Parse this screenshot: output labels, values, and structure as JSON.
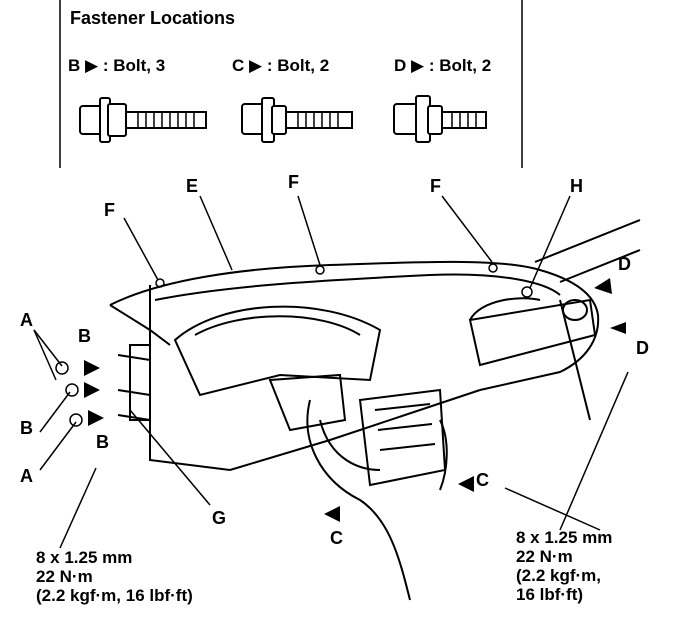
{
  "title": "Fastener Locations",
  "fasteners": [
    {
      "letter": "B",
      "text": ": Bolt, 3"
    },
    {
      "letter": "C",
      "text": ": Bolt, 2"
    },
    {
      "letter": "D",
      "text": ": Bolt, 2"
    }
  ],
  "callouts": {
    "A_top": "A",
    "A_bottom": "A",
    "B_upper": "B",
    "B_left": "B",
    "B_lower": "B",
    "C_right": "C",
    "C_bottom": "C",
    "D_top": "D",
    "D_bottom": "D",
    "E": "E",
    "F_left": "F",
    "F_mid": "F",
    "F_right": "F",
    "G": "G",
    "H": "H"
  },
  "spec_left": [
    "8 x 1.25 mm",
    "22 N·m",
    "(2.2 kgf·m, 16 lbf·ft)"
  ],
  "spec_right": [
    "8 x 1.25 mm",
    "22 N·m",
    "(2.2 kgf·m,",
    "16 lbf·ft)"
  ]
}
